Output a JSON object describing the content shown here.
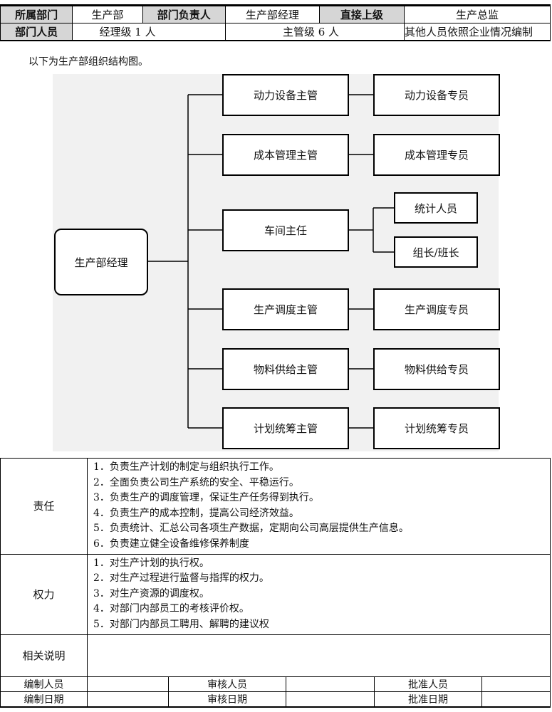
{
  "header": {
    "row1": [
      "所属部门",
      "生产部",
      "部门负责人",
      "生产部经理",
      "直接上级",
      "生产总监"
    ],
    "row2": [
      "部门人员",
      "经理级 1 人",
      "主管级 6 人",
      "其他人员依照企业情况编制"
    ]
  },
  "intro": "以下为生产部组织结构图。",
  "org": {
    "root": "生产部经理",
    "supervisors": [
      "动力设备主管",
      "成本管理主管",
      "车间主任",
      "生产调度主管",
      "物料供给主管",
      "计划统筹主管"
    ],
    "staff": [
      "动力设备专员",
      "成本管理专员",
      "统计人员",
      "组长/班长",
      "生产调度专员",
      "物料供给专员",
      "计划统筹专员"
    ]
  },
  "responsibility": {
    "label": "责任",
    "items": [
      "1．负责生产计划的制定与组织执行工作。",
      "2．全面负责公司生产系统的安全、平稳运行。",
      "3．负责生产的调度管理，保证生产任务得到执行。",
      "4．负责生产的成本控制，提高公司经济效益。",
      "5．负责统计、汇总公司各项生产数据，定期向公司高层提供生产信息。",
      "6．负责建立健全设备维修保养制度"
    ]
  },
  "authority": {
    "label": "权力",
    "items": [
      "1．对生产计划的执行权。",
      "2．对生产过程进行监督与指挥的权力。",
      "3．对生产资源的调度权。",
      "4．对部门内部员工的考核评价权。",
      "5．对部门内部员工聘用、解聘的建议权"
    ]
  },
  "notes": {
    "label": "相关说明",
    "value": ""
  },
  "footer": {
    "row1": [
      "编制人员",
      "审核人员",
      "批准人员"
    ],
    "row2": [
      "编制日期",
      "审核日期",
      "批准日期"
    ]
  }
}
